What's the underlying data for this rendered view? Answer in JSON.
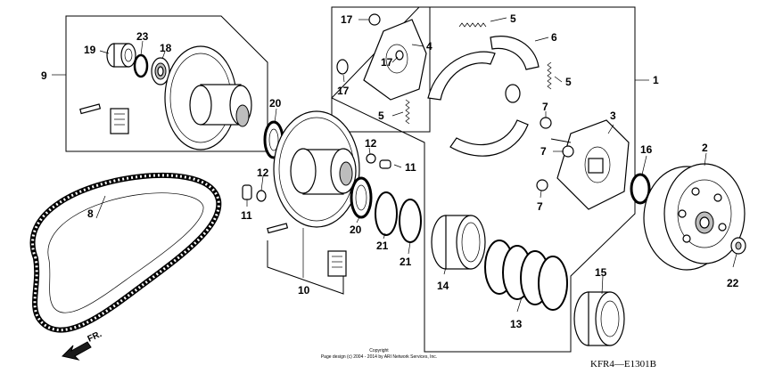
{
  "diagram": {
    "callouts": [
      {
        "id": "c1",
        "text": "1"
      },
      {
        "id": "c2",
        "text": "2"
      },
      {
        "id": "c3",
        "text": "3"
      },
      {
        "id": "c4",
        "text": "4"
      },
      {
        "id": "c5a",
        "text": "5"
      },
      {
        "id": "c5b",
        "text": "5"
      },
      {
        "id": "c5c",
        "text": "5"
      },
      {
        "id": "c6",
        "text": "6"
      },
      {
        "id": "c7a",
        "text": "7"
      },
      {
        "id": "c7b",
        "text": "7"
      },
      {
        "id": "c7c",
        "text": "7"
      },
      {
        "id": "c8",
        "text": "8"
      },
      {
        "id": "c9",
        "text": "9"
      },
      {
        "id": "c10",
        "text": "10"
      },
      {
        "id": "c11a",
        "text": "11"
      },
      {
        "id": "c11b",
        "text": "11"
      },
      {
        "id": "c12a",
        "text": "12"
      },
      {
        "id": "c12b",
        "text": "12"
      },
      {
        "id": "c13",
        "text": "13"
      },
      {
        "id": "c14",
        "text": "14"
      },
      {
        "id": "c15",
        "text": "15"
      },
      {
        "id": "c16",
        "text": "16"
      },
      {
        "id": "c17a",
        "text": "17"
      },
      {
        "id": "c17b",
        "text": "17"
      },
      {
        "id": "c17c",
        "text": "17"
      },
      {
        "id": "c18",
        "text": "18"
      },
      {
        "id": "c19",
        "text": "19"
      },
      {
        "id": "c20a",
        "text": "20"
      },
      {
        "id": "c20b",
        "text": "20"
      },
      {
        "id": "c21a",
        "text": "21"
      },
      {
        "id": "c21b",
        "text": "21"
      },
      {
        "id": "c22",
        "text": "22"
      },
      {
        "id": "c23",
        "text": "23"
      }
    ],
    "direction_label": "FR.",
    "copyright_title": "Copyright",
    "copyright_line": "Page design (c) 2004 - 2014 by ARI Network Services, Inc.",
    "diagram_code": "KFR4—E1301B"
  }
}
